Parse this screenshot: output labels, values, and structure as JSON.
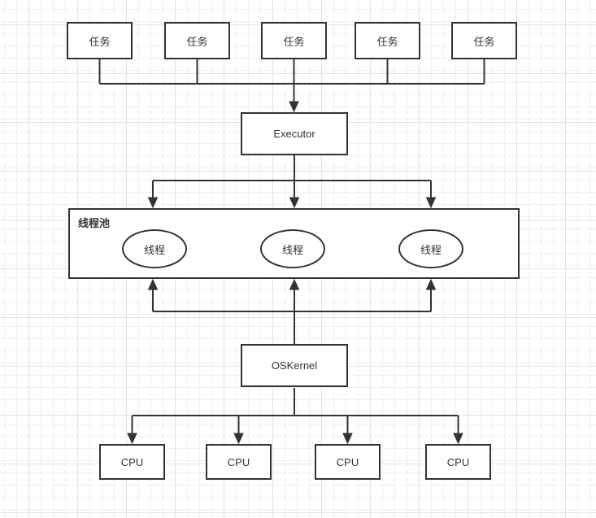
{
  "diagram": {
    "tasks": [
      {
        "label": "任务"
      },
      {
        "label": "任务"
      },
      {
        "label": "任务"
      },
      {
        "label": "任务"
      },
      {
        "label": "任务"
      }
    ],
    "executor": {
      "label": "Executor"
    },
    "thread_pool": {
      "label": "线程池",
      "threads": [
        {
          "label": "线程"
        },
        {
          "label": "线程"
        },
        {
          "label": "线程"
        }
      ]
    },
    "os_kernel": {
      "label": "OSKernel"
    },
    "cpus": [
      {
        "label": "CPU"
      },
      {
        "label": "CPU"
      },
      {
        "label": "CPU"
      },
      {
        "label": "CPU"
      }
    ]
  },
  "colors": {
    "node_border": "#333333",
    "node_fill": "#ffffff",
    "text": "#333333",
    "connector": "#333333",
    "grid_minor": "#f1f1f1",
    "grid_major": "#e2e2e2",
    "canvas_background": "#ffffff"
  }
}
